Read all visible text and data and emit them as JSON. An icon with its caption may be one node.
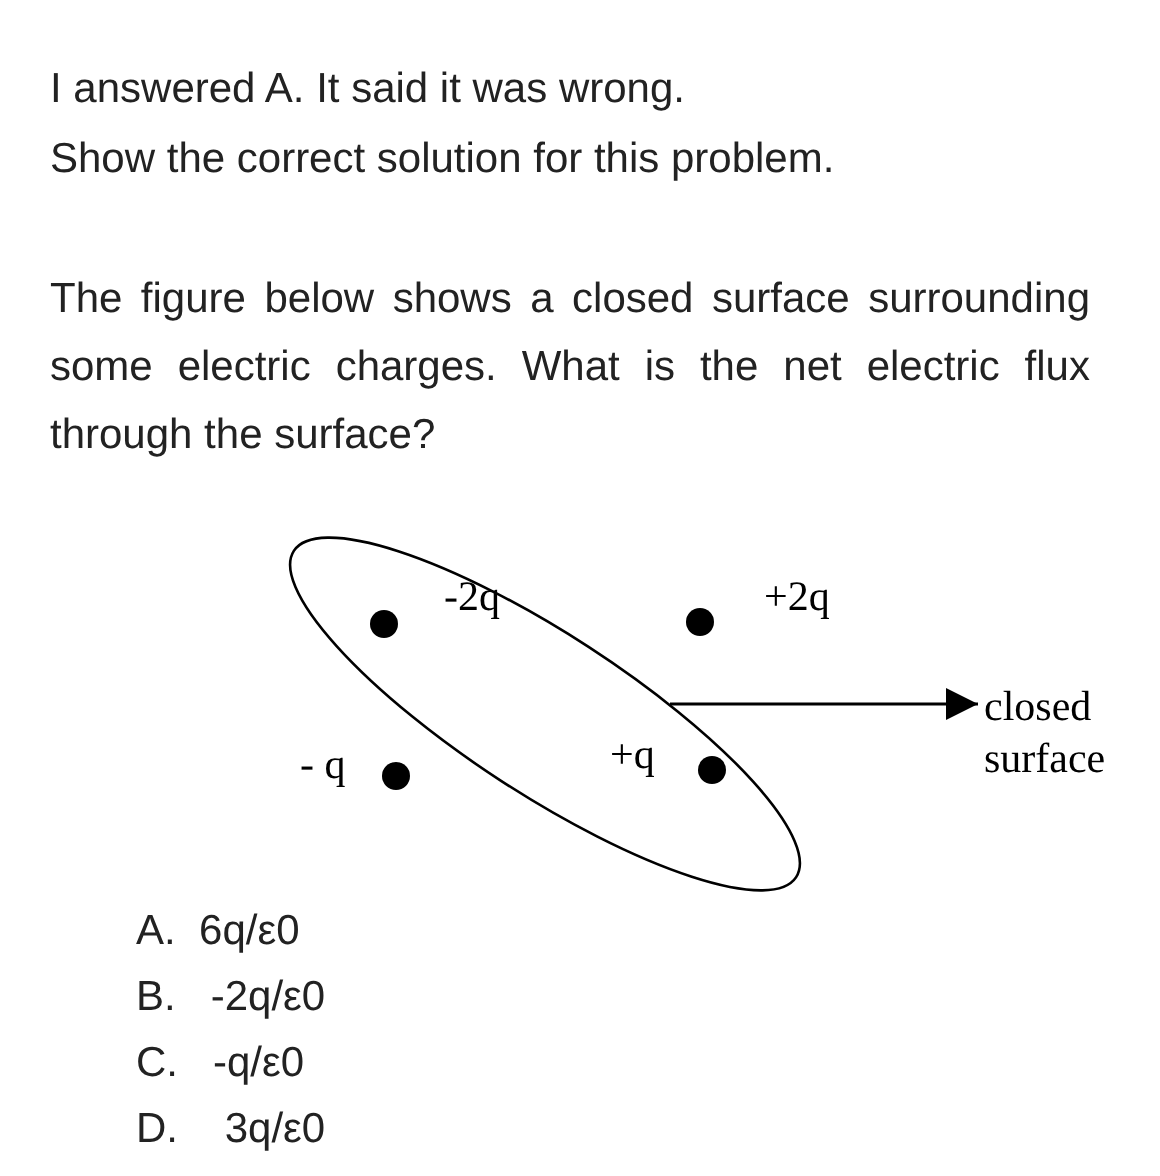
{
  "diagram": {
    "nodes": [
      {
        "text": [],
        "shape": "ellipse"
      },
      {
        "text": [
          "closed surface"
        ]
      }
    ],
    "edges": [
      {
        "from": 0,
        "to": 1,
        "arrow": "to"
      }
    ],
    "labels": [
      "I answered A. It said it was wrong.",
      "Show the correct solution for this problem.",
      "The figure below shows a closed surface surrounding some electric charges. What is the net electric flux through the surface?",
      "-2q",
      "+2q",
      "- q",
      "+q",
      "A.  6q/ε0",
      "B.   -2q/ε0",
      "C.   -q/ε0",
      "D.    3q/ε0"
    ]
  }
}
